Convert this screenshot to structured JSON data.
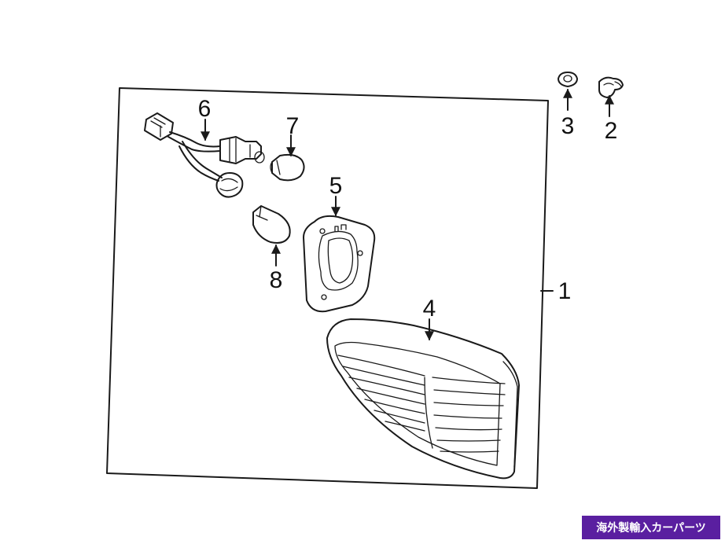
{
  "callouts": {
    "c1": "1",
    "c2": "2",
    "c3": "3",
    "c4": "4",
    "c5": "5",
    "c6": "6",
    "c7": "7",
    "c8": "8"
  },
  "watermark": {
    "text": "海外製輸入カーパーツ",
    "color": "#5a1fa0"
  },
  "line_color": "#1a1a1a"
}
